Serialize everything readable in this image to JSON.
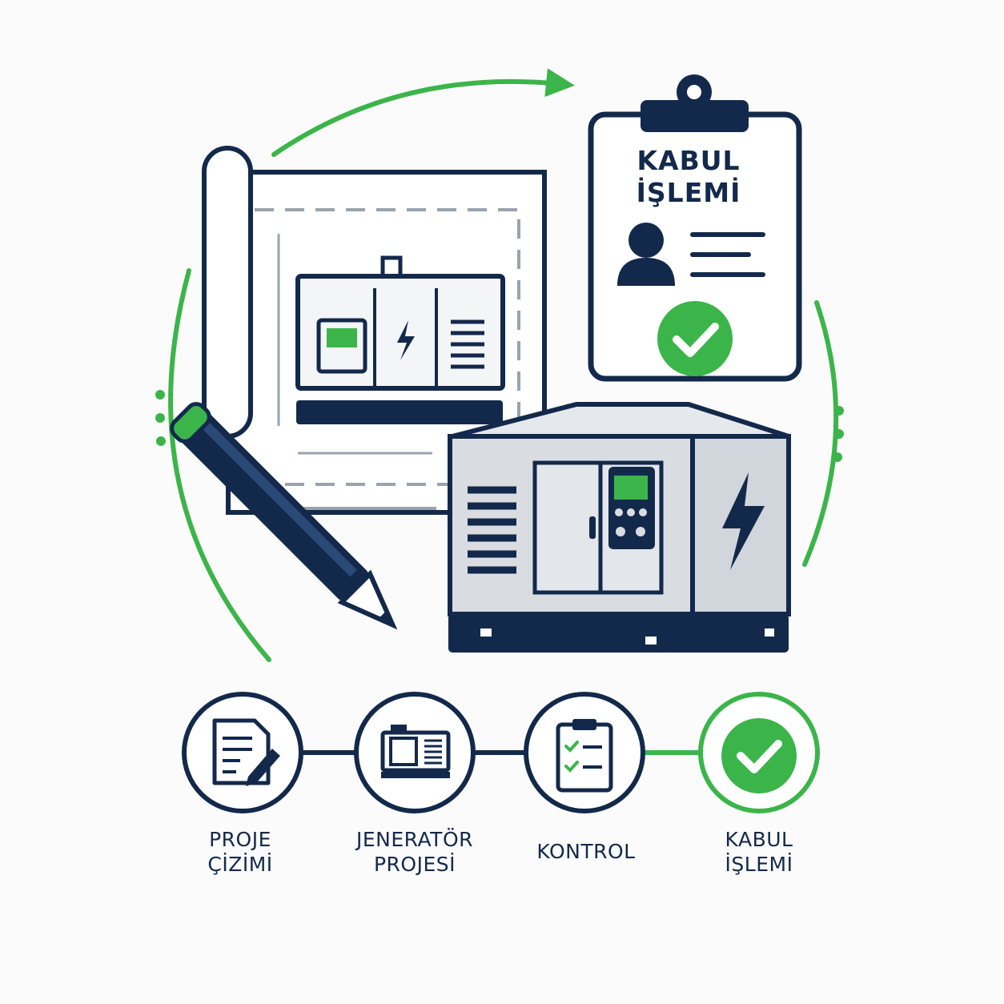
{
  "clipboard": {
    "title_line1": "KABUL",
    "title_line2": "İŞLEMİ"
  },
  "steps": [
    {
      "line1": "PROJE",
      "line2": "ÇİZİMİ",
      "icon": "document-pencil-icon"
    },
    {
      "line1": "JENERATÖR",
      "line2": "PROJESİ",
      "icon": "generator-icon"
    },
    {
      "line1": "KONTROL",
      "line2": "",
      "icon": "checklist-clipboard-icon"
    },
    {
      "line1": "KABUL",
      "line2": "İŞLEMİ",
      "icon": "check-circle-icon"
    }
  ],
  "colors": {
    "navy": "#13294b",
    "green": "#3bb54a",
    "gray": "#d9dde2"
  }
}
